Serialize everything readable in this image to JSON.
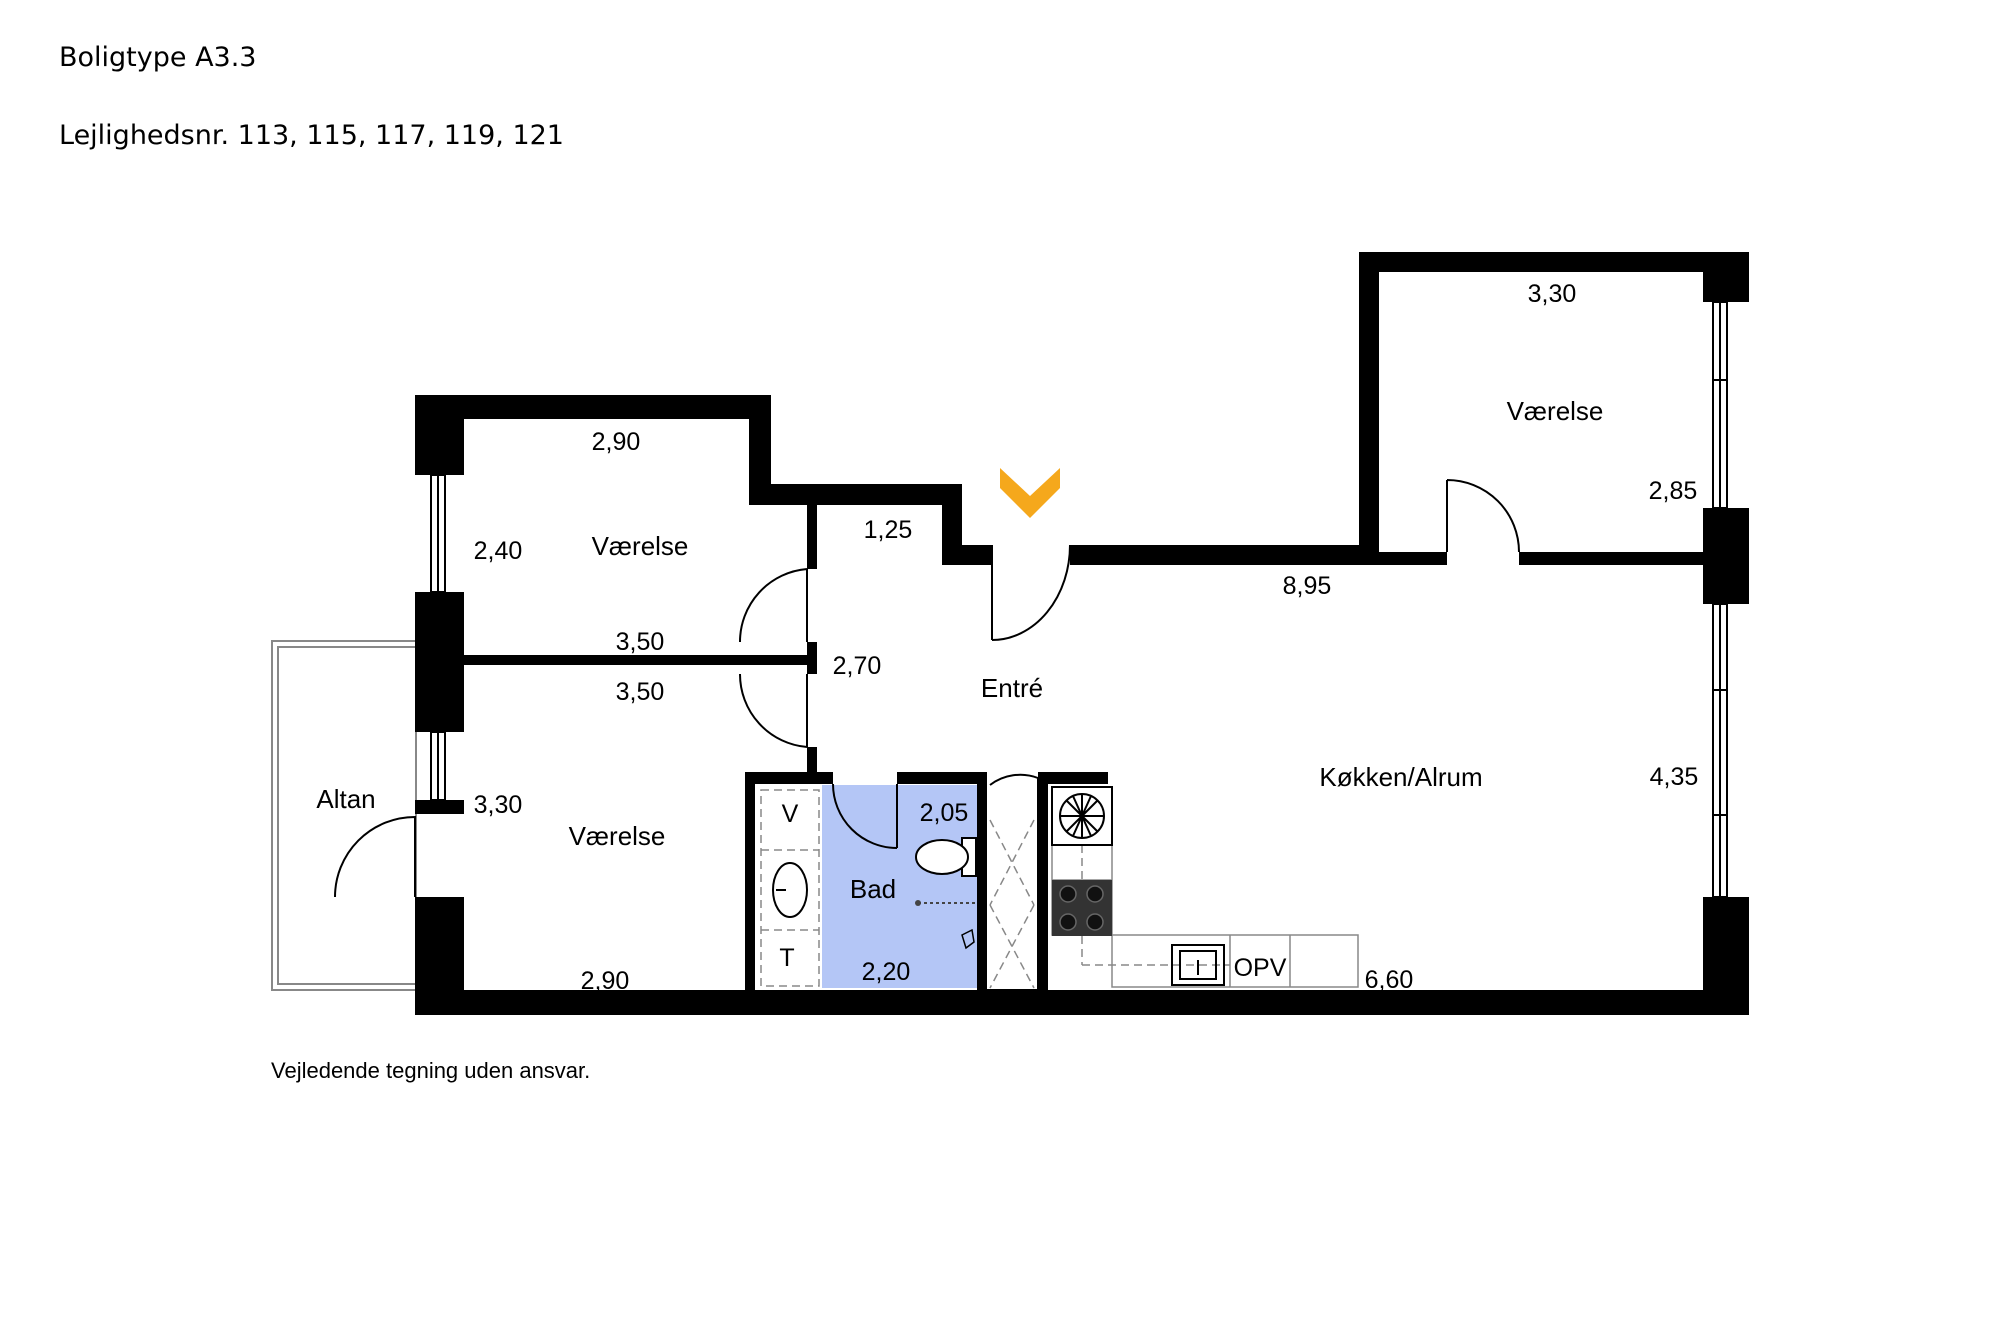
{
  "header": {
    "type_label": "Boligtype A3.3",
    "apartments_label": "Lejlighedsnr. 113, 115, 117, 119, 121"
  },
  "disclaimer": "Vejledende tegning uden ansvar.",
  "colors": {
    "wall": "#000000",
    "bathroom": "#b4c6f6",
    "entrance_marker": "#f5a81c",
    "fixture_line": "#666666"
  },
  "rooms": {
    "room_top_left": "Værelse",
    "room_bottom_left": "Værelse",
    "room_top_right": "Værelse",
    "entry": "Entré",
    "kitchen": "Køkken/Alrum",
    "bath": "Bad",
    "balcony": "Altan"
  },
  "dimensions": {
    "room_tl_width": "2,90",
    "room_tl_depth": "2,40",
    "room_tl_bottom": "3,50",
    "room_bl_top": "3,50",
    "room_bl_depth": "3,30",
    "room_bl_width": "2,90",
    "entry_notch": "1,25",
    "entry_depth": "2,70",
    "room_tr_width": "3,30",
    "room_tr_depth": "2,85",
    "kitchen_width": "8,95",
    "kitchen_depth": "4,35",
    "kitchen_bottom": "6,60",
    "bath_depth": "2,05",
    "bath_width": "2,20"
  },
  "fixtures": {
    "washer": "V",
    "dryer": "T",
    "dishwasher": "OPV"
  }
}
